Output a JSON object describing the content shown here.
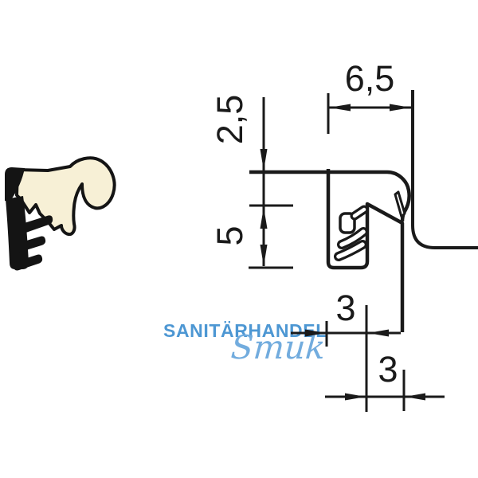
{
  "watermark": {
    "line1": "SANITÄRHANDEL",
    "line2": "Smuk",
    "caps_color": "#4d97d3",
    "script_color": "#72acde"
  },
  "drawing": {
    "line_color": "#1a1a1a",
    "dimensions": {
      "top_width": "6,5",
      "flange_thickness": "2,5",
      "body_height": "5",
      "foot_width": "3",
      "gap_width": "3"
    }
  },
  "product": {
    "seal_fill_color": "#f7f0d6",
    "seal_outline_color": "#141414"
  }
}
